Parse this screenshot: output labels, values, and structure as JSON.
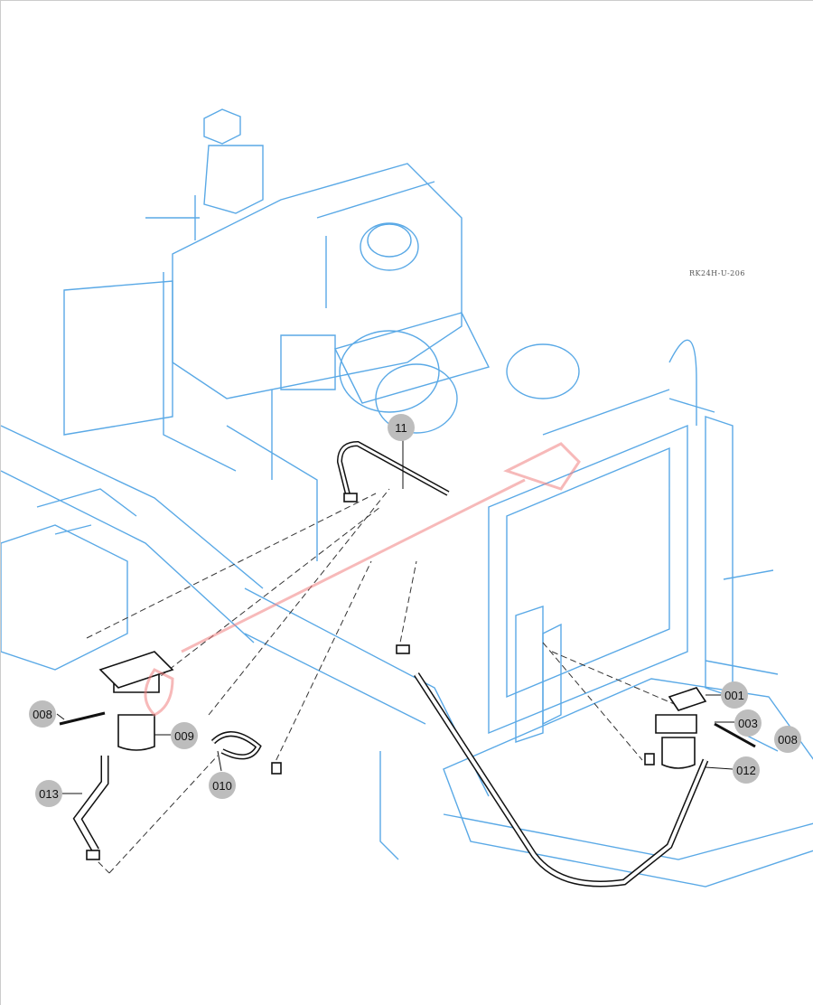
{
  "diagram": {
    "reference_code": "RK24H-U-206",
    "callouts": [
      "11",
      "001",
      "003",
      "008",
      "009",
      "010",
      "012",
      "013",
      "008"
    ],
    "colors": {
      "machine_lines": "#5aa9e6",
      "parts": "#111111",
      "callout_bg": "#bdbdbd",
      "watermark": "#f08080"
    }
  }
}
